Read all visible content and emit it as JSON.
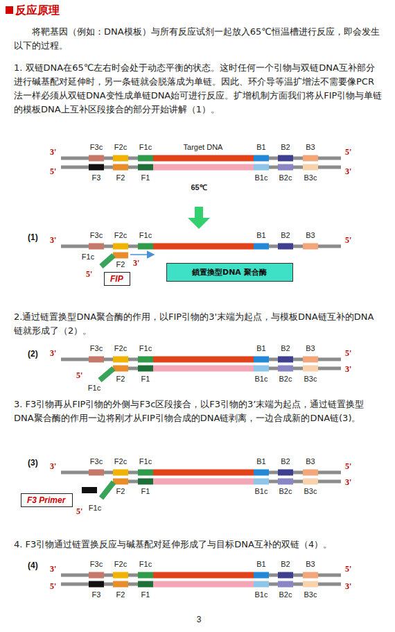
{
  "diagram": {
    "title": "反应原理",
    "nodes": [
      {
        "text": [
          "FIP"
        ]
      },
      {
        "text": [
          "鎖置換型DNA 聚合酶"
        ]
      },
      {
        "text": [
          "F3 Primer"
        ]
      }
    ],
    "labels": [
      "将靶基因（例如：DNA模板）与所有反应试剂一起放入65℃恒温槽进行反应，即会发生以下的过程。",
      "1. 双链DNA在65℃左右时会处于动态平衡的状态。这时任何一个引物与双链DNA互补部分进行碱基配对延伸时，另一条链就会脱落成为单链。因此、环介导等温扩增法不需要像PCR法一样必须从双链DNA变性成单链DNA始可进行反应。扩增机制方面我们将从FIP引物与单链的模板DNA上互补区段接合的部分开始讲解（1）。",
      "3'",
      "F3c",
      "F2c",
      "F1c",
      "Target DNA",
      "B1",
      "B2",
      "B3",
      "5'",
      "5'",
      "F3",
      "F2",
      "F1",
      "B1c",
      "B2c",
      "B3c",
      "3'",
      "65℃",
      "(1)",
      "3'",
      "F3c",
      "F2c",
      "F1c",
      "B1",
      "B2",
      "B3",
      "5'",
      "F1c",
      "F2",
      "3'",
      "5'",
      "2.通过链置换型DNA聚合酶的作用，以FIP引物的3'末端为起点，与模板DNA链互补的DNA链就形成了（2）。",
      "(2)",
      "3'",
      "F3c",
      "F2c",
      "F1c",
      "B1",
      "B2",
      "B3",
      "5'",
      "5'",
      "F2",
      "F1",
      "B1c",
      "B2c",
      "B3c",
      "3'",
      "F1c",
      "3. F3引物再从FIP引物的外侧与F3c区段接合，以F3引物的3’末端为起点，通过链置换型DNA聚合酶的作用一边将刚才从FIP引物合成的DNA链剥离，一边合成新的DNA链(3)。",
      "(3)",
      "3'",
      "F3c",
      "F2c",
      "F1c",
      "B1",
      "B2",
      "B3",
      "5'",
      "F2",
      "F1",
      "B1c",
      "B2c",
      "B3c",
      "3'",
      "5'",
      "F1c",
      "4. F3引物通过链置换反应与碱基配对延伸形成了与目标DNA互补的双链（4）。",
      "(4)",
      "3'",
      "F3c",
      "F2c",
      "F1c",
      "B1",
      "B2",
      "B3",
      "5'",
      "5'",
      "F3",
      "F2",
      "F1",
      "B1c",
      "B2c",
      "B3c",
      "3'",
      "3"
    ]
  }
}
